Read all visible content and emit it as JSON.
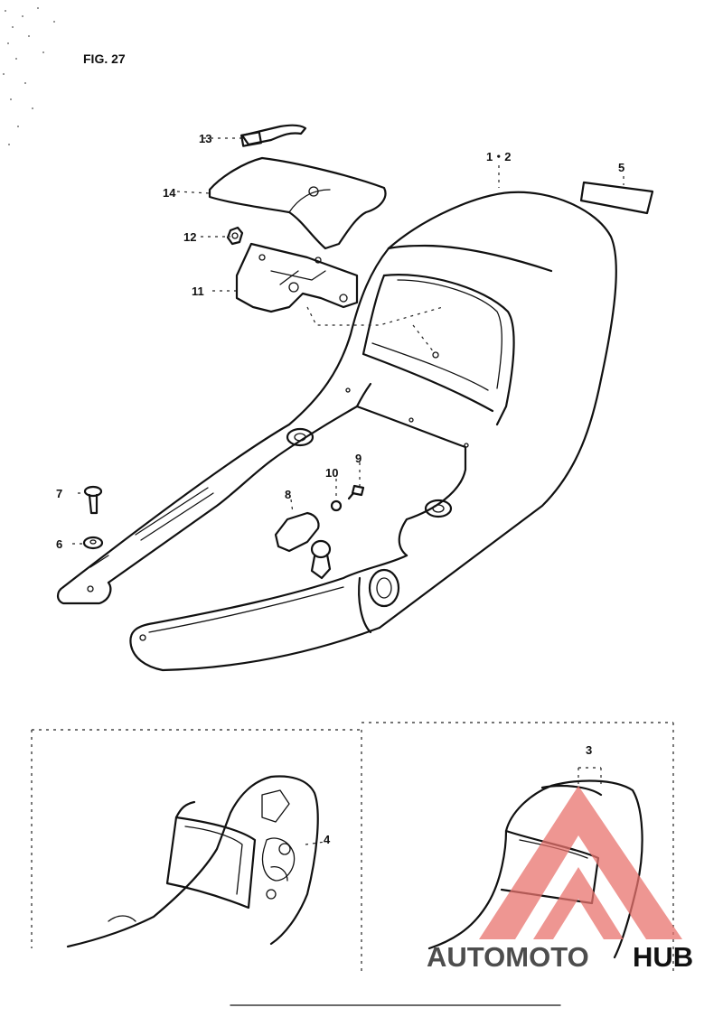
{
  "figure_title": "FIG. 27",
  "callouts": {
    "c1": "1・2",
    "c3": "3",
    "c4": "4",
    "c5": "5",
    "c6": "6",
    "c7": "7",
    "c8": "8",
    "c9": "9",
    "c10": "10",
    "c11": "11",
    "c12": "12",
    "c13": "13",
    "c14": "14"
  },
  "watermark": {
    "part1": "AUTOMOTO",
    "part2": "HUB",
    "color_primary": "#e8736d",
    "color_secondary": "#8c8c8c"
  }
}
